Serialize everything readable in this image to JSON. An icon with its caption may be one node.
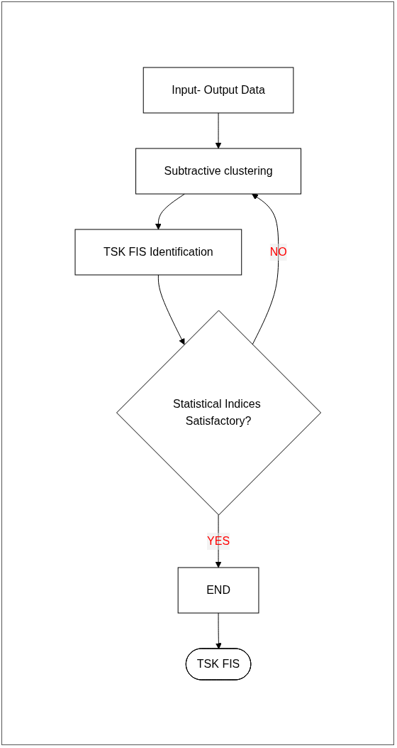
{
  "diagram": {
    "nodes": [
      {
        "text": [
          "Input- Output Data"
        ]
      },
      {
        "text": [
          "Subtractive clustering"
        ]
      },
      {
        "text": [
          "TSK FIS Identification"
        ]
      },
      {
        "text": [
          "Statistical Indices Satisfactory?"
        ]
      },
      {
        "text": [
          "END"
        ]
      },
      {
        "text": [
          "TSK FIS"
        ]
      }
    ],
    "edges": [
      {
        "from": 0,
        "to": 1,
        "arrow": "to"
      },
      {
        "from": 1,
        "to": 2,
        "arrow": "to"
      },
      {
        "from": 2,
        "to": 3,
        "arrow": "to"
      },
      {
        "from": 3,
        "to": 1,
        "arrow": "to",
        "label": "NO"
      },
      {
        "from": 3,
        "to": 4,
        "arrow": "to",
        "label": "YES"
      },
      {
        "from": 4,
        "to": 5,
        "arrow": "to"
      }
    ]
  }
}
